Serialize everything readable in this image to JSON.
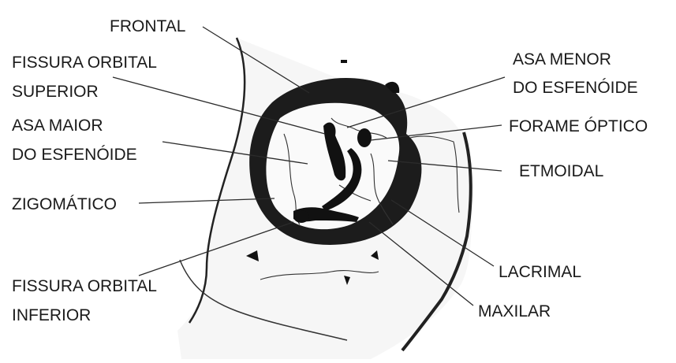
{
  "labels": {
    "frontal": "FRONTAL",
    "fissura_superior_1": "FISSURA ORBITAL",
    "fissura_superior_2": "SUPERIOR",
    "asa_maior_1": "ASA MAIOR",
    "asa_maior_2": "DO ESFENÓIDE",
    "zigomatico": "ZIGOMÁTICO",
    "fissura_inferior_1": "FISSURA ORBITAL",
    "fissura_inferior_2": "INFERIOR",
    "asa_menor_1": "ASA MENOR",
    "asa_menor_2": "DO ESFENÓIDE",
    "forame_optico": "FORAME ÓPTICO",
    "etmoidal": "ETMOIDAL",
    "lacrimal": "LACRIMAL",
    "maxilar": "MAXILAR"
  }
}
